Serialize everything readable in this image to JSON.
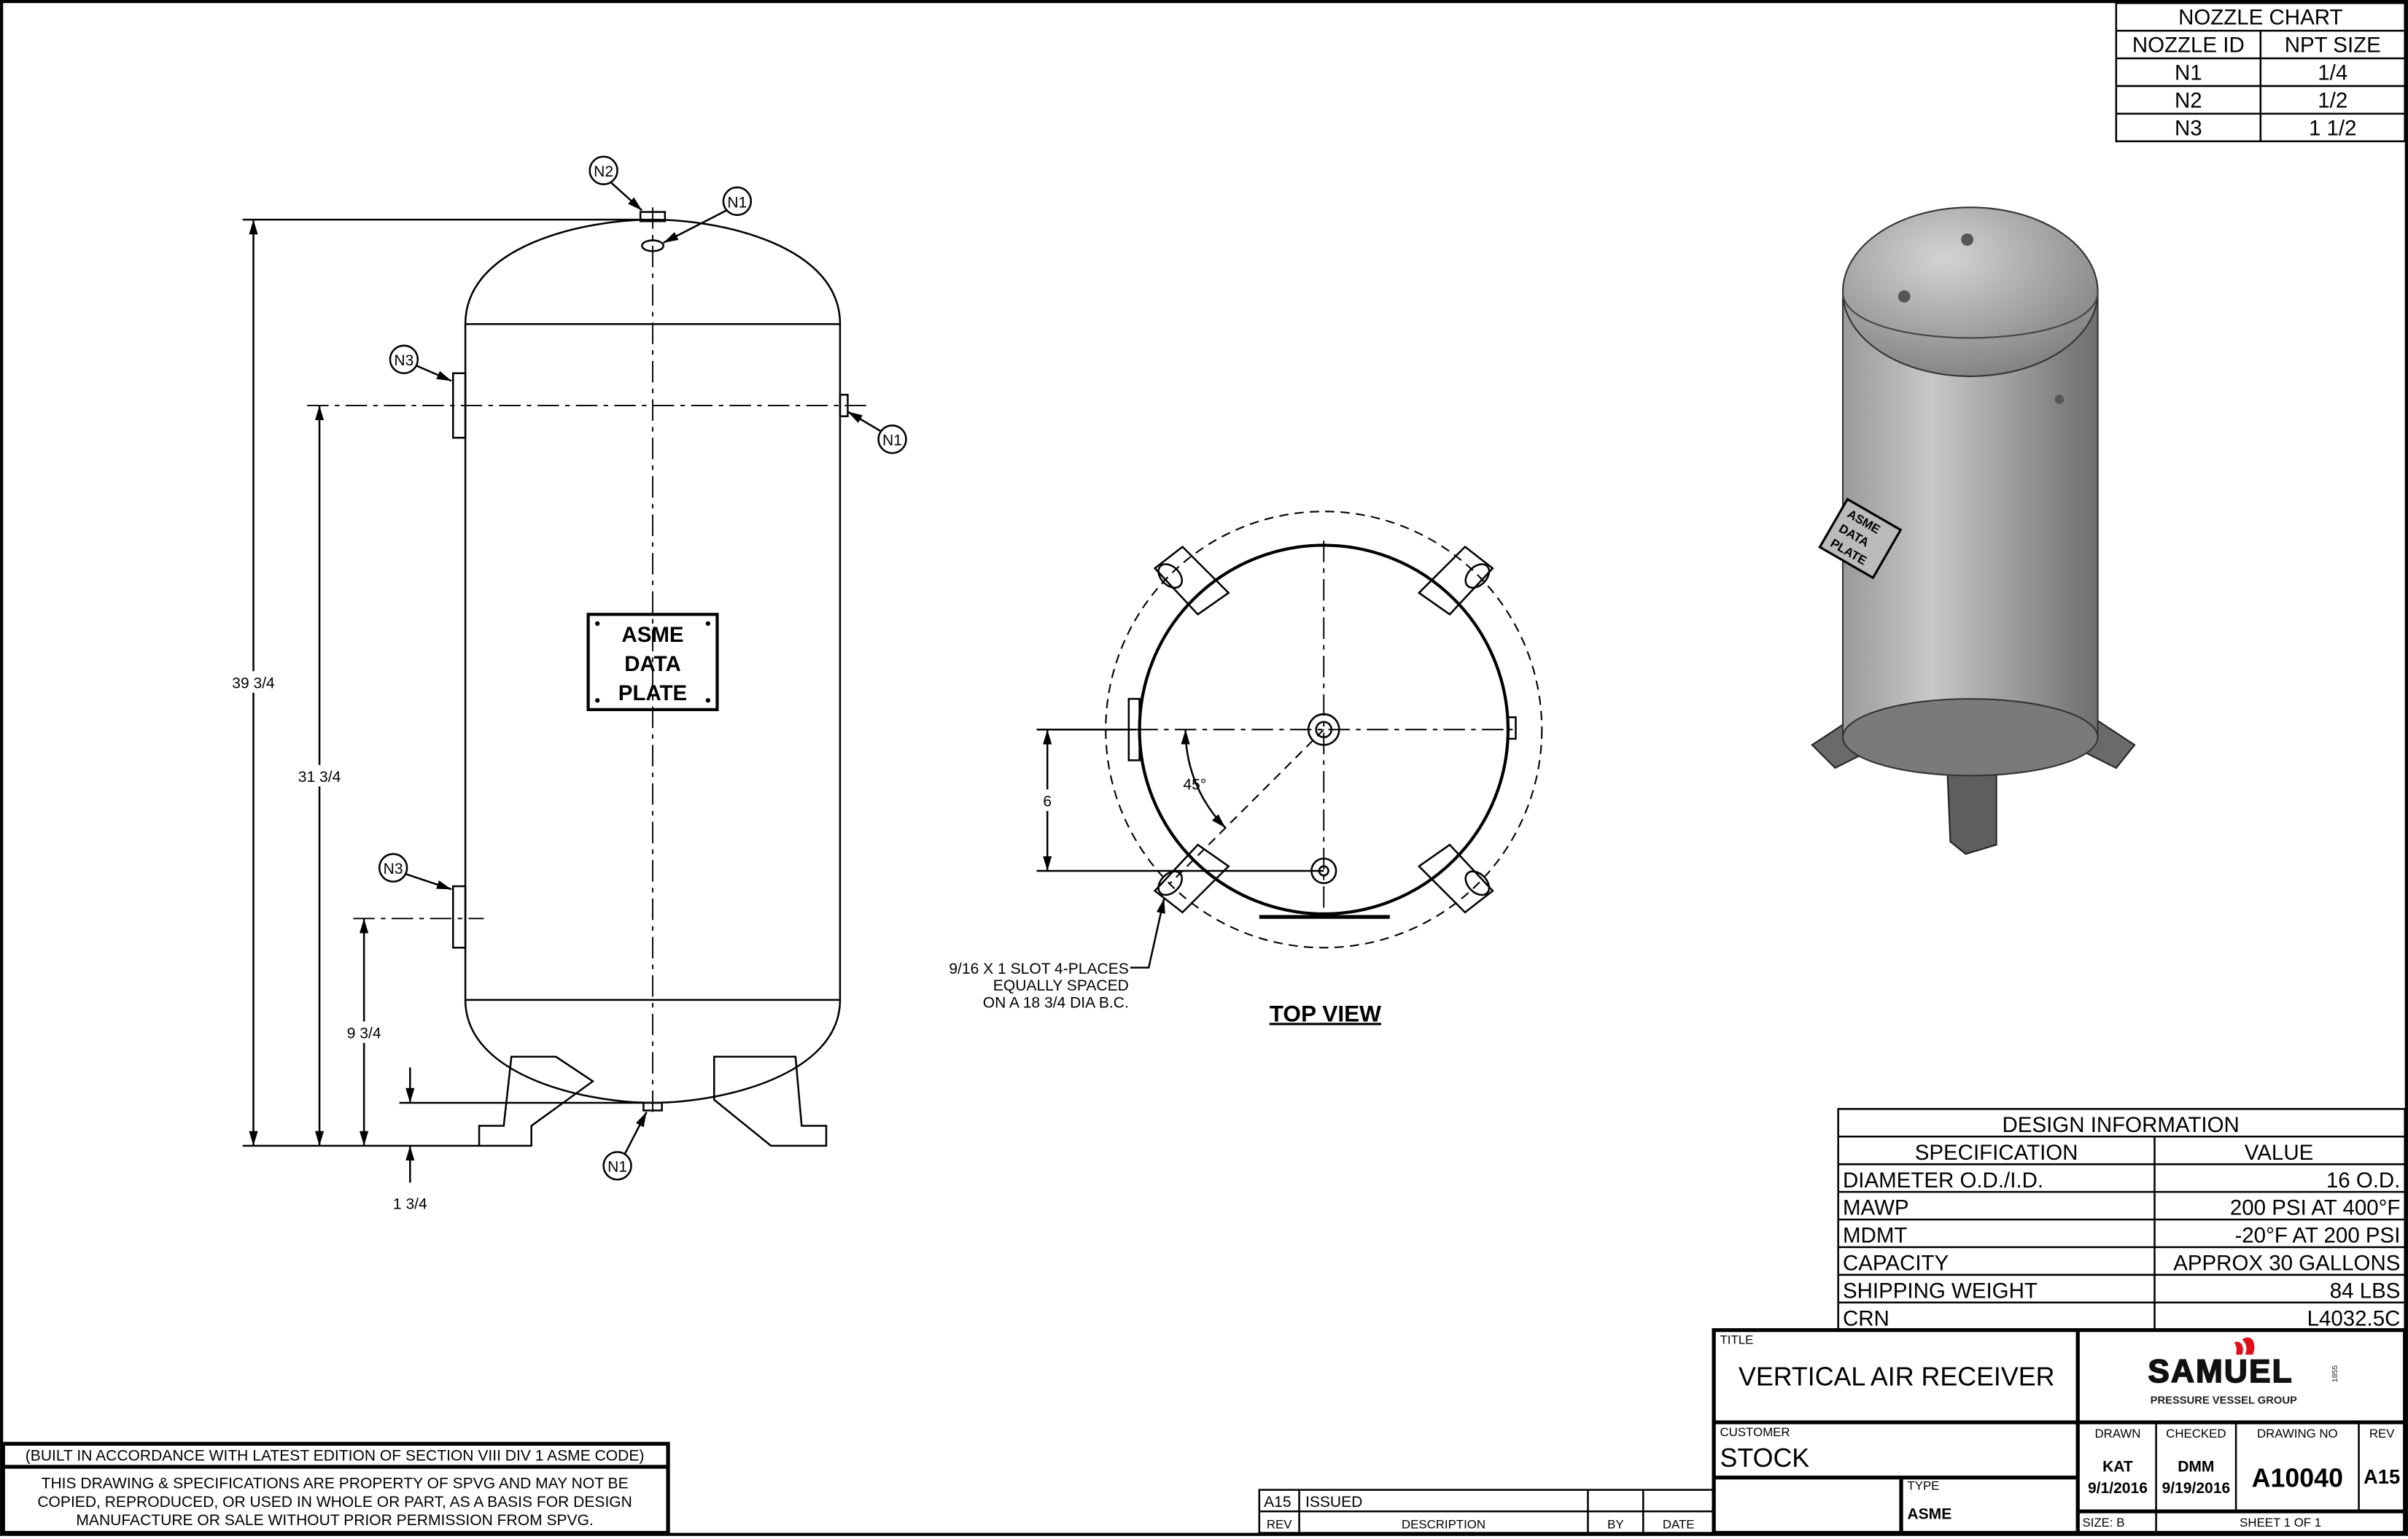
{
  "nozzle_chart": {
    "title": "NOZZLE CHART",
    "headers": [
      "NOZZLE ID",
      "NPT SIZE"
    ],
    "rows": [
      [
        "N1",
        "1/4"
      ],
      [
        "N2",
        "1/2"
      ],
      [
        "N3",
        "1 1/2"
      ]
    ]
  },
  "side_view": {
    "data_plate": [
      "ASME",
      "DATA",
      "PLATE"
    ],
    "dimensions": {
      "overall": "39 3/4",
      "upper_nozzle": "31 3/4",
      "lower_nozzle": "9 3/4",
      "bottom": "1 3/4"
    },
    "nozzle_tags": {
      "n1": "N1",
      "n2": "N2",
      "n3": "N3"
    }
  },
  "top_view": {
    "label": "TOP VIEW",
    "angle": "45°",
    "offset": "6",
    "slot_note": [
      "9/16 X 1 SLOT 4-PLACES",
      "EQUALLY SPACED",
      "ON A 18 3/4 DIA B.C."
    ]
  },
  "iso_view": {
    "plate": [
      "ASME",
      "DATA",
      "PLATE"
    ]
  },
  "design_info": {
    "title": "DESIGN INFORMATION",
    "headers": [
      "SPECIFICATION",
      "VALUE"
    ],
    "rows": [
      [
        "DIAMETER O.D./I.D.",
        "16 O.D."
      ],
      [
        "MAWP",
        "200 PSI AT 400°F"
      ],
      [
        "MDMT",
        "-20°F AT 200 PSI"
      ],
      [
        "CAPACITY",
        "APPROX 30 GALLONS"
      ],
      [
        "SHIPPING WEIGHT",
        "84 LBS"
      ],
      [
        "CRN",
        "L4032.5C"
      ]
    ]
  },
  "title_block": {
    "title_label": "TITLE",
    "title": "VERTICAL AIR RECEIVER",
    "customer_label": "CUSTOMER",
    "customer": "STOCK",
    "type_label": "TYPE",
    "type": "ASME",
    "logo": {
      "name": "SAMUEL",
      "year": "1855",
      "sub": "PRESSURE VESSEL GROUP",
      "accent": "#e0101a"
    },
    "drawn_label": "DRAWN",
    "drawn_by": "KAT",
    "drawn_date": "9/1/2016",
    "checked_label": "CHECKED",
    "checked_by": "DMM",
    "checked_date": "9/19/2016",
    "drawing_no_label": "DRAWING NO",
    "drawing_no": "A10040",
    "rev_label": "REV",
    "rev": "A15",
    "size": "SIZE: B",
    "sheet": "SHEET 1  OF 1"
  },
  "revision_block": {
    "rows": [
      [
        "A15",
        "ISSUED",
        "",
        ""
      ]
    ],
    "headers": [
      "REV",
      "DESCRIPTION",
      "BY",
      "DATE"
    ]
  },
  "notes": {
    "code": "(BUILT IN ACCORDANCE WITH LATEST EDITION OF SECTION VIII DIV 1 ASME CODE)",
    "property": [
      "THIS DRAWING & SPECIFICATIONS ARE PROPERTY OF SPVG AND MAY NOT BE",
      "COPIED, REPRODUCED, OR USED IN WHOLE OR PART, AS A BASIS FOR DESIGN",
      "MANUFACTURE OR SALE WITHOUT PRIOR PERMISSION FROM SPVG."
    ]
  }
}
